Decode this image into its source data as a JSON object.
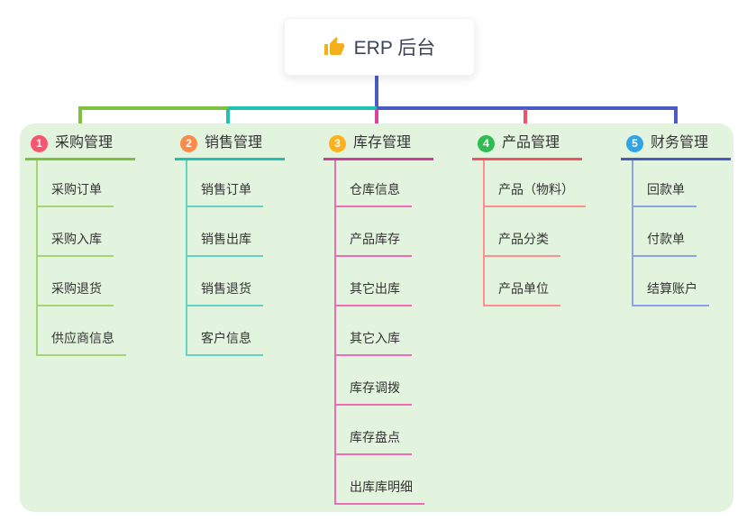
{
  "root": {
    "title": "ERP 后台",
    "icon": "thumbs-up-icon",
    "icon_color": "#f2b11c"
  },
  "panel_color": "#e3f4de",
  "branches": [
    {
      "badge": "1",
      "title": "采购管理",
      "badge_color": "#f8556d",
      "color": "#7ec141",
      "sub_color": "#a8d478",
      "items": [
        "采购订单",
        "采购入库",
        "采购退货",
        "供应商信息"
      ]
    },
    {
      "badge": "2",
      "title": "销售管理",
      "badge_color": "#fb8b4b",
      "color": "#21c0b1",
      "sub_color": "#63d3c6",
      "items": [
        "销售订单",
        "销售出库",
        "销售退货",
        "客户信息"
      ]
    },
    {
      "badge": "3",
      "title": "库存管理",
      "badge_color": "#ffb11d",
      "color": "#cb3e9b",
      "sub_color": "#ee6cb4",
      "items": [
        "仓库信息",
        "产品库存",
        "其它出库",
        "其它入库",
        "库存调拨",
        "库存盘点",
        "出库库明细"
      ]
    },
    {
      "badge": "4",
      "title": "产品管理",
      "badge_color": "#2fbd53",
      "color": "#ef5368",
      "sub_color": "#ff8f8f",
      "items": [
        "产品（物料）",
        "产品分类",
        "产品单位"
      ]
    },
    {
      "badge": "5",
      "title": "财务管理",
      "badge_color": "#31a4e6",
      "color": "#4a5cc4",
      "sub_color": "#8ca4e6",
      "items": [
        "回款单",
        "付款单",
        "结算账户"
      ]
    }
  ]
}
